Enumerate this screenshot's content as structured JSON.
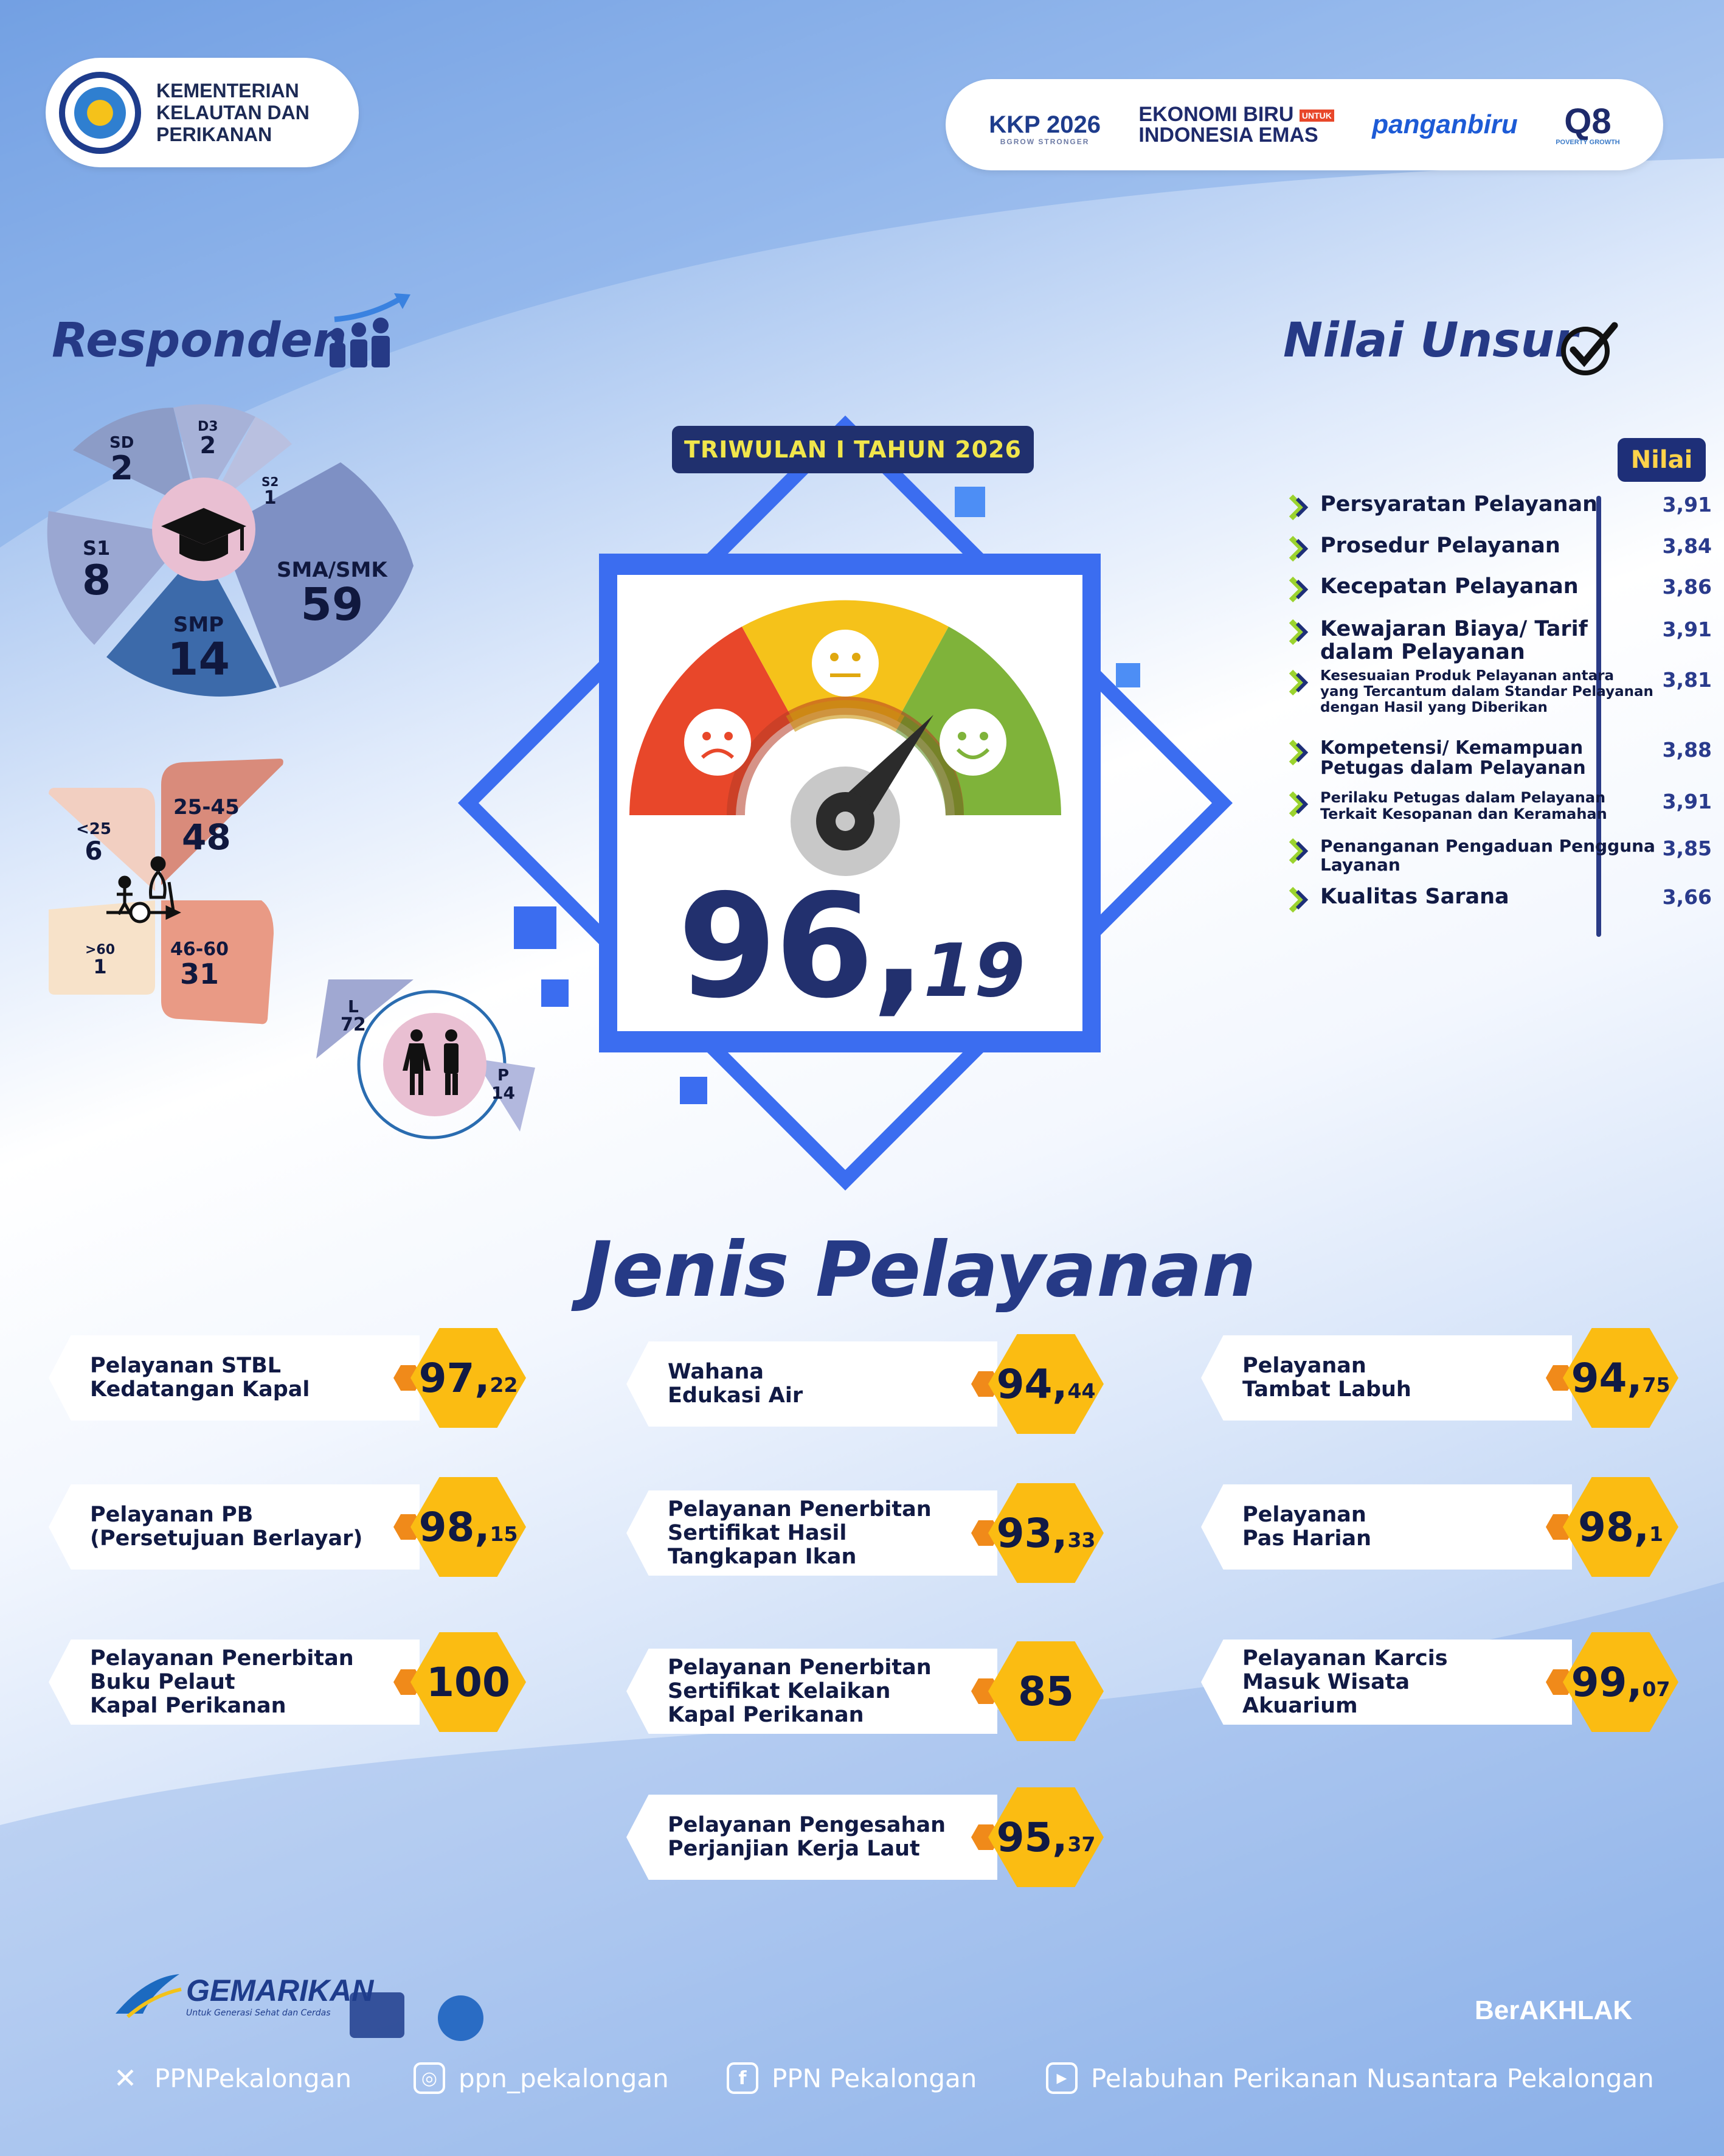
{
  "header": {
    "ministry_name": [
      "KEMENTERIAN",
      "KELAUTAN DAN",
      "PERIKANAN"
    ],
    "partners": {
      "kkp2026": "KKP 2026",
      "kkp2026_tagline": "BGROW STRONGER",
      "ekonomi_line1": "EKONOMI BIRU",
      "ekonomi_untuk": "UNTUK",
      "ekonomi_line2": "INDONESIA EMAS",
      "panganbiru": "panganbiru",
      "q8": "Q8",
      "q8_poverty": "POVERTY",
      "q8_growth": "GROWTH"
    }
  },
  "responden": {
    "title": "Responden",
    "education": [
      {
        "label": "SD",
        "value": "2"
      },
      {
        "label": "D3",
        "value": "2"
      },
      {
        "label": "S2",
        "value": "1"
      },
      {
        "label": "S1",
        "value": "8"
      },
      {
        "label": "SMP",
        "value": "14"
      },
      {
        "label": "SMA/SMK",
        "value": "59"
      }
    ],
    "age": [
      {
        "label": "<25",
        "value": "6"
      },
      {
        "label": "25-45",
        "value": "48"
      },
      {
        "label": ">60",
        "value": "1"
      },
      {
        "label": "46-60",
        "value": "31"
      }
    ],
    "gender": [
      {
        "label": "L",
        "value": "72"
      },
      {
        "label": "P",
        "value": "14"
      }
    ]
  },
  "survey": {
    "period": "TRIWULAN I TAHUN 2026",
    "score_int": "96,",
    "score_dec": "19"
  },
  "nilai_unsur": {
    "title": "Nilai Unsur",
    "column_header": "Nilai",
    "items": [
      {
        "label": "Persyaratan Pelayanan",
        "value": "3,91"
      },
      {
        "label": "Prosedur Pelayanan",
        "value": "3,84"
      },
      {
        "label": "Kecepatan Pelayanan",
        "value": "3,86"
      },
      {
        "label": "Kewajaran Biaya/ Tarif dalam Pelayanan",
        "value": "3,91"
      },
      {
        "label": "Kesesuaian Produk Pelayanan antara yang Tercantum dalam Standar Pelayanan dengan Hasil yang Diberikan",
        "value": "3,81"
      },
      {
        "label": "Kompetensi/ Kemampuan Petugas dalam Pelayanan",
        "value": "3,88"
      },
      {
        "label": "Perilaku Petugas dalam Pelayanan Terkait Kesopanan dan Keramahan",
        "value": "3,91"
      },
      {
        "label": "Penanganan Pengaduan Pengguna Layanan",
        "value": "3,85"
      },
      {
        "label": "Kualitas Sarana",
        "value": "3,66"
      }
    ]
  },
  "jenis_pelayanan": {
    "title": "Jenis Pelayanan",
    "items": [
      {
        "label": "Pelayanan STBL\nKedatangan Kapal",
        "int": "97,",
        "dec": "22"
      },
      {
        "label": "Wahana\nEdukasi Air",
        "int": "94,",
        "dec": "44"
      },
      {
        "label": "Pelayanan\nTambat Labuh",
        "int": "94,",
        "dec": "75"
      },
      {
        "label": "Pelayanan PB\n(Persetujuan Berlayar)",
        "int": "98,",
        "dec": "15"
      },
      {
        "label": "Pelayanan Penerbitan\nSertifikat Hasil\nTangkapan Ikan",
        "int": "93,",
        "dec": "33"
      },
      {
        "label": "Pelayanan\nPas Harian",
        "int": "98,",
        "dec": "1"
      },
      {
        "label": "Pelayanan Penerbitan\nBuku Pelaut\nKapal Perikanan",
        "int": "100",
        "dec": ""
      },
      {
        "label": "Pelayanan Penerbitan\nSertifikat Kelaikan\nKapal Perikanan",
        "int": "85",
        "dec": ""
      },
      {
        "label": "Pelayanan Karcis\nMasuk Wisata\nAkuarium",
        "int": "99,",
        "dec": "07"
      },
      {
        "label": "Pelayanan Pengesahan\nPerjanjian Kerja Laut",
        "int": "95,",
        "dec": "37"
      }
    ]
  },
  "footer": {
    "gemarikan": "GEMARIKAN",
    "gemarikan_tagline": "Untuk Generasi Sehat dan Cerdas",
    "berakhlak": "BerAKHLAK",
    "socials": [
      {
        "icon": "x-icon",
        "text": "PPNPekalongan"
      },
      {
        "icon": "instagram-icon",
        "text": "ppn_pekalongan"
      },
      {
        "icon": "facebook-icon",
        "text": "PPN Pekalongan"
      },
      {
        "icon": "youtube-icon",
        "text": "Pelabuhan Perikanan Nusantara Pekalongan"
      }
    ]
  },
  "colors": {
    "navy": "#20306e",
    "accent_yellow": "#fbbc12",
    "gauge_red": "#e8472a",
    "gauge_yellow": "#f5c21a",
    "gauge_green": "#7fb33a",
    "frame_blue": "#3b6df0"
  }
}
